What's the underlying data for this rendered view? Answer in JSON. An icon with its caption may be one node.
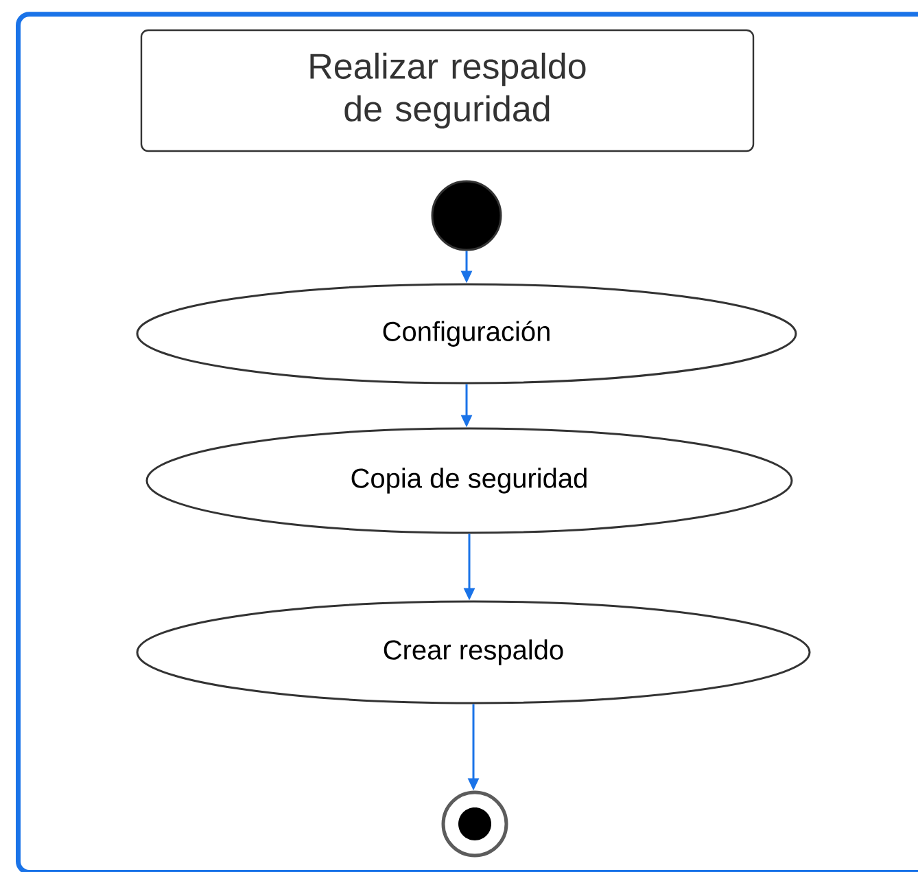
{
  "diagram": {
    "nodes": [
      {
        "text": [],
        "shape": "box"
      },
      {
        "text": [
          "Realizar respaldo de seguridad"
        ],
        "in": 0
      },
      {
        "text": [],
        "shape": "circle",
        "in": 0
      },
      {
        "text": [
          "Configuración"
        ],
        "in": 0
      },
      {
        "text": [
          "Copia de seguridad"
        ],
        "in": 0
      },
      {
        "text": [
          "Crear respaldo"
        ],
        "in": 0
      },
      {
        "text": [],
        "shape": "bullseye",
        "in": 0
      }
    ],
    "edges": [
      {
        "from": 2,
        "to": 3,
        "arrow": "to"
      },
      {
        "from": 3,
        "to": 4,
        "arrow": "to"
      },
      {
        "from": 4,
        "to": 5,
        "arrow": "to"
      },
      {
        "from": 5,
        "to": 6,
        "arrow": "to"
      }
    ]
  }
}
